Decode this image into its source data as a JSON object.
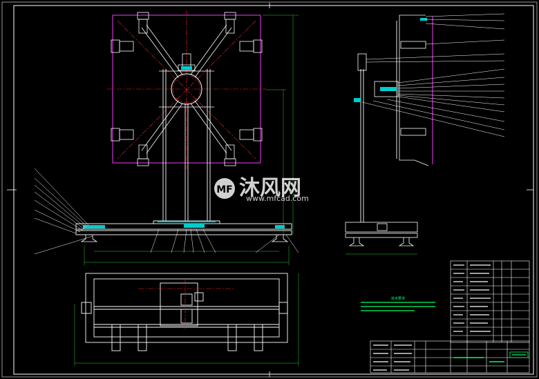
{
  "watermark": {
    "name": "沐风网",
    "url": "www.mfcad.com"
  },
  "tech_note": {
    "title": "技术要求"
  },
  "colors": {
    "background": "#000000",
    "outline": "#ffffff",
    "panel_frame": "#cc33cc",
    "centerline": "#ff2222",
    "dimension": "#33cc33",
    "cyan_part": "#00cccc",
    "leader": "#ffffff"
  },
  "icons": {
    "logo": "mf-logo-icon"
  }
}
